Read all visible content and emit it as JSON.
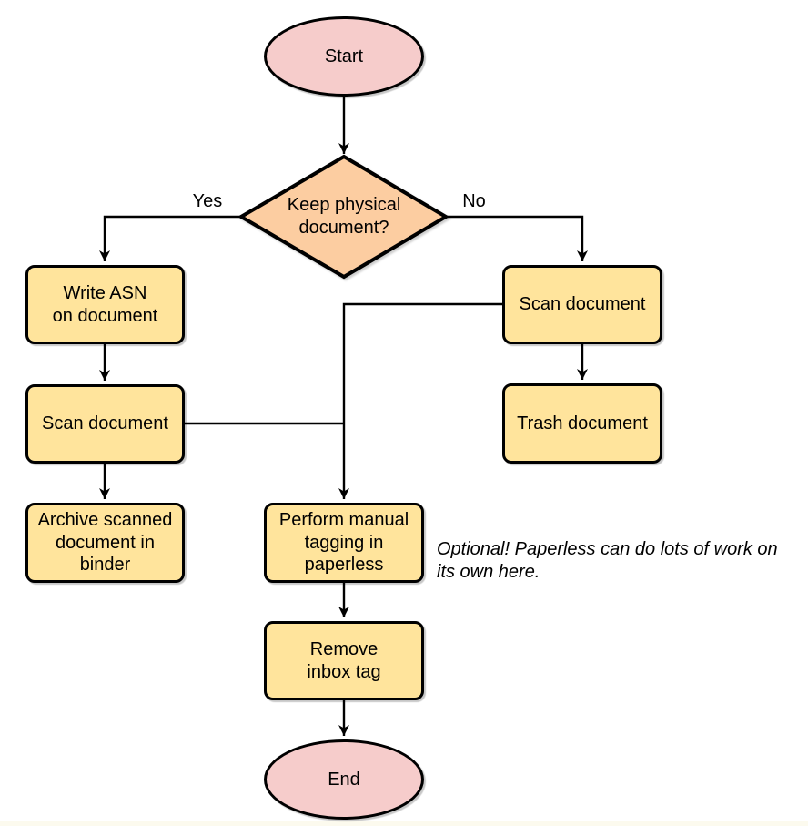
{
  "colors": {
    "terminal_fill": "#f6cccb",
    "process_fill": "#ffe49c",
    "decision_fill": "#fccda1",
    "stroke": "#000000",
    "background": "#ffffff"
  },
  "nodes": {
    "start": "Start",
    "decision": "Keep physical\ndocument?",
    "write_asn": "Write ASN\non document",
    "scan_left": "Scan document",
    "archive": "Archive scanned\ndocument in\nbinder",
    "scan_right": "Scan document",
    "trash": "Trash document",
    "tagging": "Perform manual\ntagging in\npaperless",
    "remove_tag": "Remove\ninbox tag",
    "end": "End"
  },
  "edges": {
    "yes": "Yes",
    "no": "No"
  },
  "annotation": "Optional! Paperless can do lots of work on\nits own here."
}
